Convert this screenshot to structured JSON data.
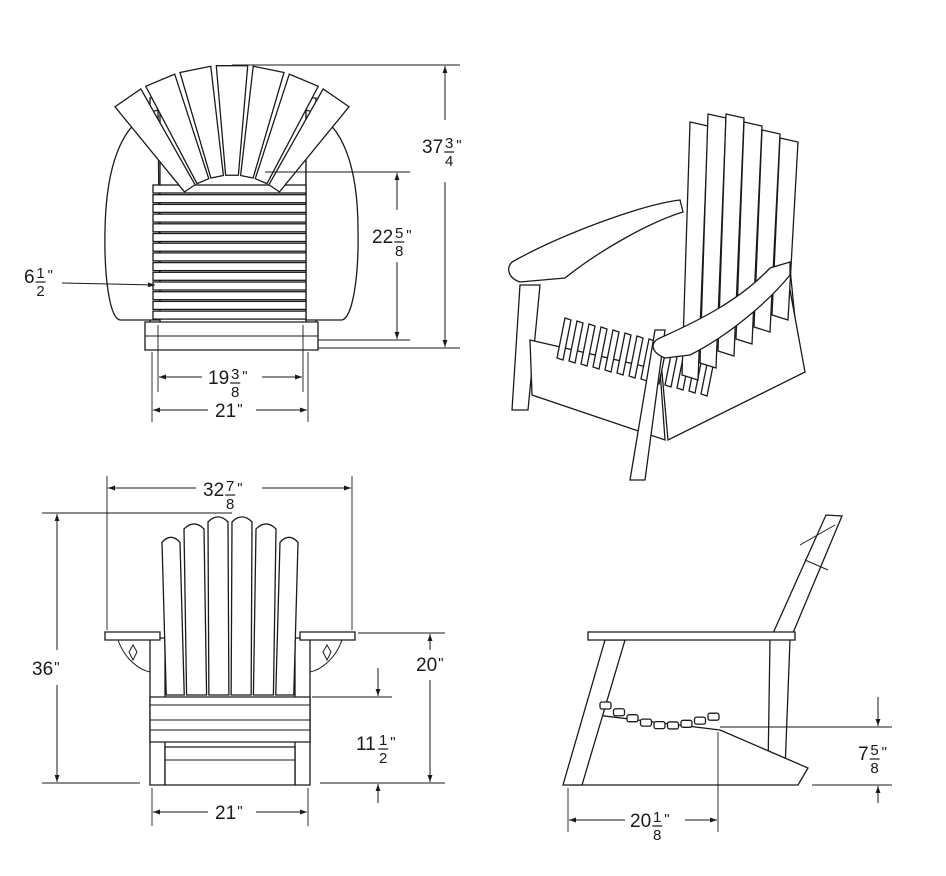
{
  "colors": {
    "line": "#1a1a1a",
    "background": "#ffffff"
  },
  "views": {
    "top": {
      "dimensions": [
        {
          "whole": "37",
          "num": "3",
          "den": "4",
          "unit": "\""
        },
        {
          "whole": "22",
          "num": "5",
          "den": "8",
          "unit": "\""
        },
        {
          "whole": "6",
          "num": "1",
          "den": "2",
          "unit": "\""
        },
        {
          "whole": "19",
          "num": "3",
          "den": "8",
          "unit": "\""
        },
        {
          "whole": "21",
          "num": "",
          "den": "",
          "unit": "\""
        }
      ]
    },
    "front": {
      "dimensions": [
        {
          "whole": "32",
          "num": "7",
          "den": "8",
          "unit": "\""
        },
        {
          "whole": "36",
          "num": "",
          "den": "",
          "unit": "\""
        },
        {
          "whole": "20",
          "num": "",
          "den": "",
          "unit": "\""
        },
        {
          "whole": "11",
          "num": "1",
          "den": "2",
          "unit": "\""
        },
        {
          "whole": "21",
          "num": "",
          "den": "",
          "unit": "\""
        }
      ]
    },
    "side": {
      "dimensions": [
        {
          "whole": "7",
          "num": "5",
          "den": "8",
          "unit": "\""
        },
        {
          "whole": "20",
          "num": "1",
          "den": "8",
          "unit": "\""
        }
      ]
    }
  }
}
